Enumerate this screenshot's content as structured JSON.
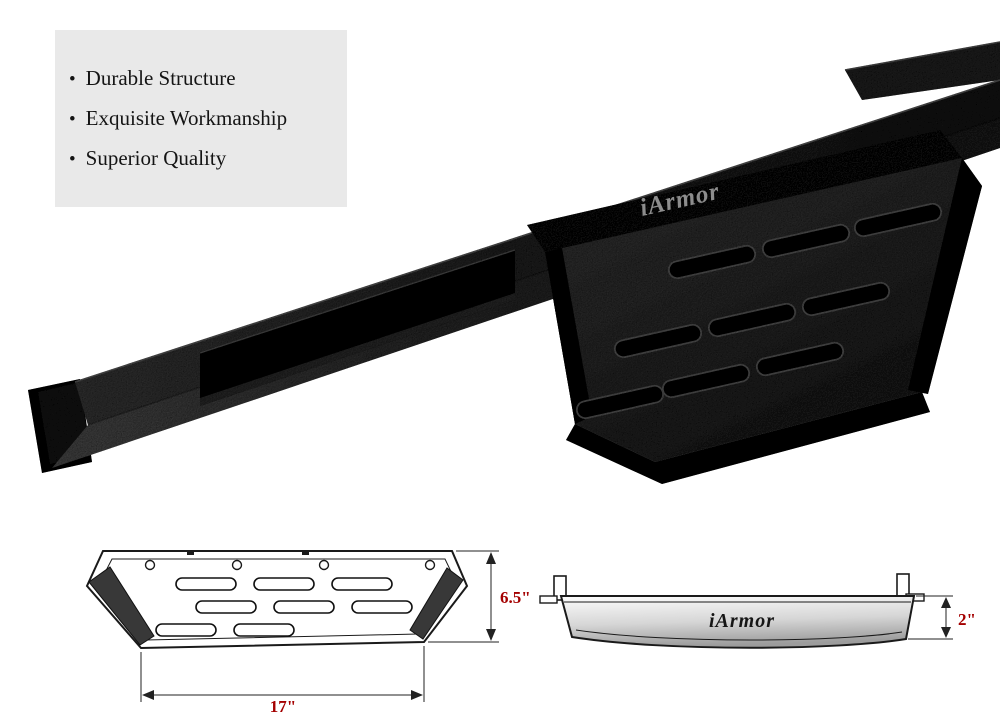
{
  "features": {
    "bullet_char": "•",
    "items": [
      {
        "label": "Durable Structure"
      },
      {
        "label": "Exquisite Workmanship"
      },
      {
        "label": "Superior Quality"
      }
    ]
  },
  "product": {
    "brand": "iArmor"
  },
  "diagrams": {
    "top_view": {
      "width_label": "17\"",
      "height_label": "6.5\""
    },
    "side_view": {
      "brand": "iArmor",
      "height_label": "2\""
    }
  },
  "colors": {
    "dimension_text": "#a40000",
    "feature_box_bg": "#e9e9e9",
    "product_dark": "#1c1c1c"
  }
}
